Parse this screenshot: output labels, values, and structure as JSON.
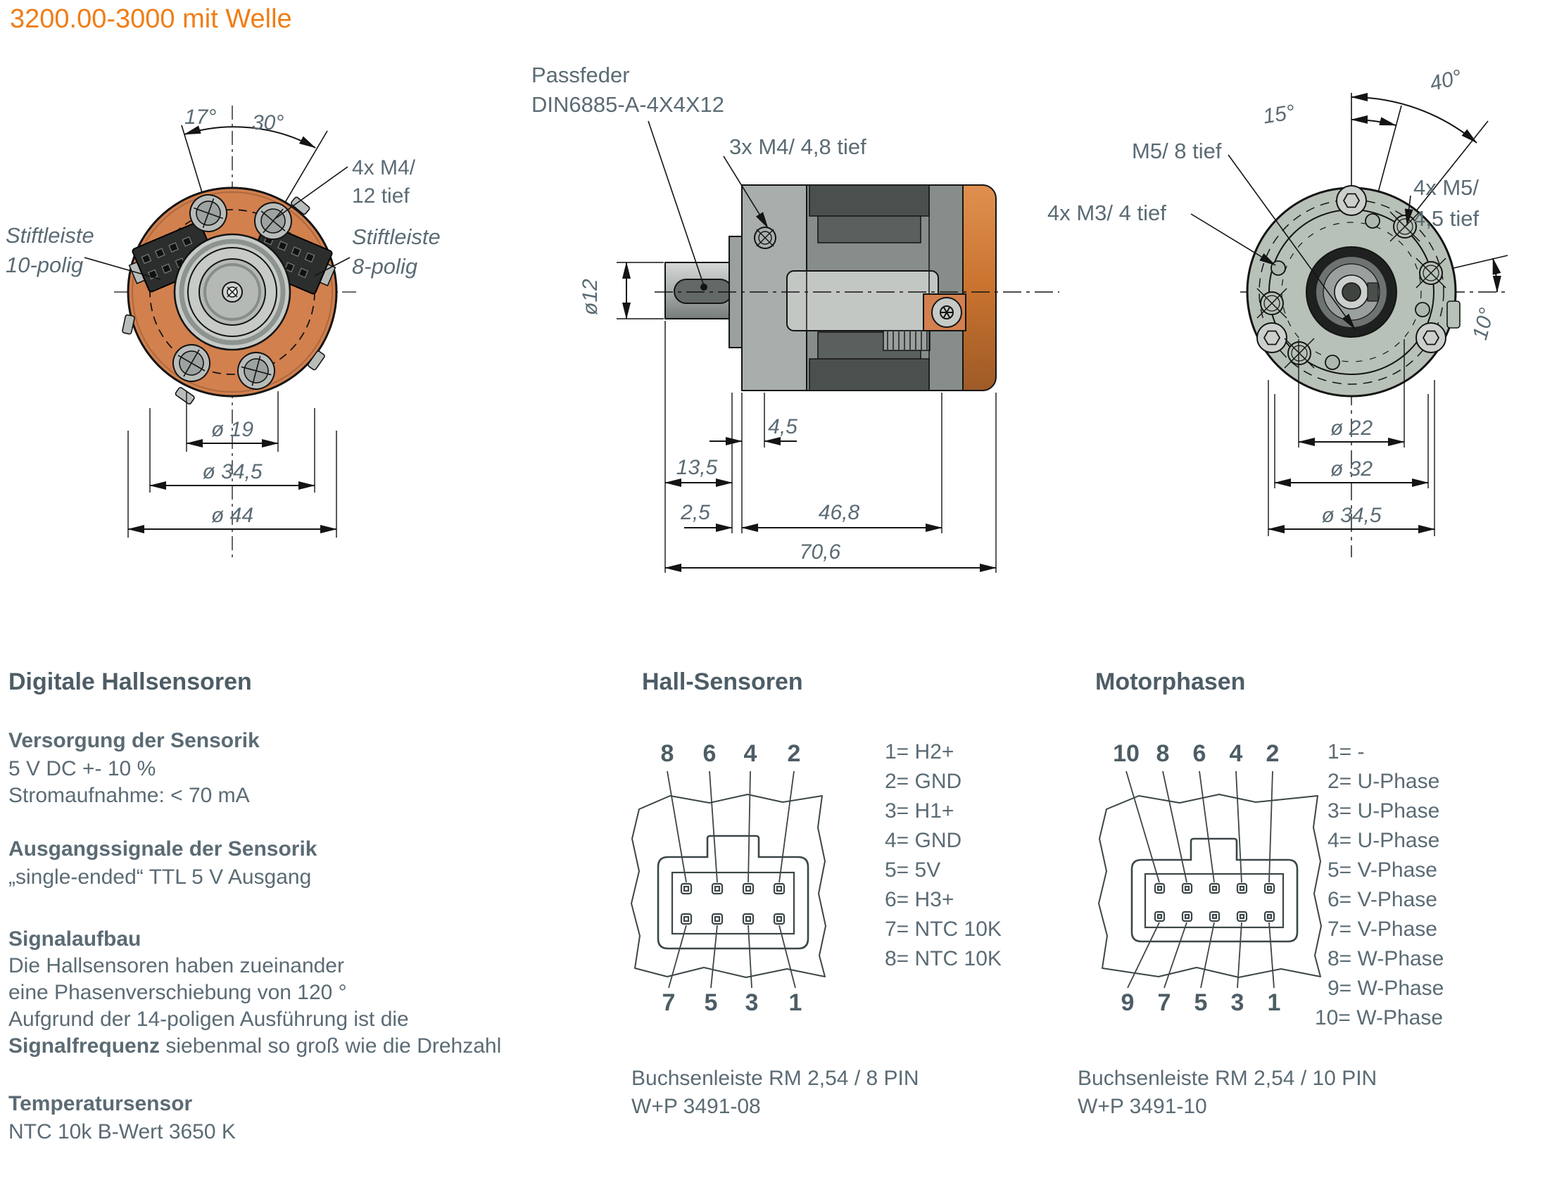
{
  "title": "3200.00-3000 mit Welle",
  "colors": {
    "accent_orange": "#f07d16",
    "face_orange": "#d2804e",
    "band_orange": "#c9732f",
    "ink_text": "#5b6b74",
    "heading_text": "#4d5d66",
    "drawing_line": "#141414",
    "rear_face_gray": "#b7c1b7",
    "body_gray": "#8f9693"
  },
  "front": {
    "angle_left": "17°",
    "angle_right": "30°",
    "screw_label_1": "4x M4/",
    "screw_label_2": "12 tief",
    "conn_left_1": "Stiftleiste",
    "conn_left_2": "10-polig",
    "conn_right_1": "Stiftleiste",
    "conn_right_2": "8-polig",
    "dia_bolt_inner": "ø 19",
    "dia_bolt_outer": "ø 34,5",
    "dia_outer": "ø 44"
  },
  "side": {
    "passfeder_1": "Passfeder",
    "passfeder_2": "DIN6885-A-4X4X12",
    "screw_label": "3x M4/ 4,8 tief",
    "shaft_dia": "ø12",
    "dim_step": "4,5",
    "dim_shaft": "13,5",
    "dim_gap": "2,5",
    "dim_body": "46,8",
    "dim_total": "70,6"
  },
  "rear": {
    "angle_outer": "40°",
    "angle_inner": "15°",
    "angle_side": "10°",
    "label_center_thread": "M5/ 8 tief",
    "label_m3": "4x M3/ 4 tief",
    "label_m5_1": "4x M5/",
    "label_m5_2": "4,5 tief",
    "dia_bearing": "ø 22",
    "dia_bolt": "ø 32",
    "dia_housing": "ø 34,5"
  },
  "specs": {
    "heading": "Digitale Hallsensoren",
    "supply_title": "Versorgung der Sensorik",
    "supply_1": "5 V DC +- 10 %",
    "supply_2": "Stromaufnahme: < 70 mA",
    "output_title": "Ausgangssignale der Sensorik",
    "output_1": "„single-ended“ TTL 5 V Ausgang",
    "signal_title": "Signalaufbau",
    "signal_1": "Die Hallsensoren haben zueinander",
    "signal_2": "eine Phasenverschiebung von 120 °",
    "signal_3": "Aufgrund der 14-poligen Ausführung ist die",
    "signal_4_bold": "Signalfrequenz",
    "signal_4_rest": " siebenmal so groß wie die Drehzahl",
    "temp_title": "Temperatursensor",
    "temp_1": "NTC 10k B-Wert 3650 K"
  },
  "hall": {
    "heading": "Hall-Sensoren",
    "pins_top": [
      "8",
      "6",
      "4",
      "2"
    ],
    "pins_bottom": [
      "7",
      "5",
      "3",
      "1"
    ],
    "legend": [
      "1= H2+",
      "2= GND",
      "3= H1+",
      "4= GND",
      "5= 5V",
      "6= H3+",
      "7= NTC 10K",
      "8= NTC 10K"
    ],
    "note1": "Buchsenleiste RM 2,54 / 8 PIN",
    "note2": "W+P 3491-08"
  },
  "motor": {
    "heading": "Motorphasen",
    "pins_top": [
      "10",
      "8",
      "6",
      "4",
      "2"
    ],
    "pins_bottom": [
      "9",
      "7",
      "5",
      "3",
      "1"
    ],
    "legend": [
      "1= -",
      "2= U-Phase",
      "3= U-Phase",
      "4= U-Phase",
      "5= V-Phase",
      "6= V-Phase",
      "7= V-Phase",
      "8= W-Phase",
      "9= W-Phase",
      "10= W-Phase"
    ],
    "note1": "Buchsenleiste RM 2,54 / 10 PIN",
    "note2": "W+P 3491-10"
  }
}
